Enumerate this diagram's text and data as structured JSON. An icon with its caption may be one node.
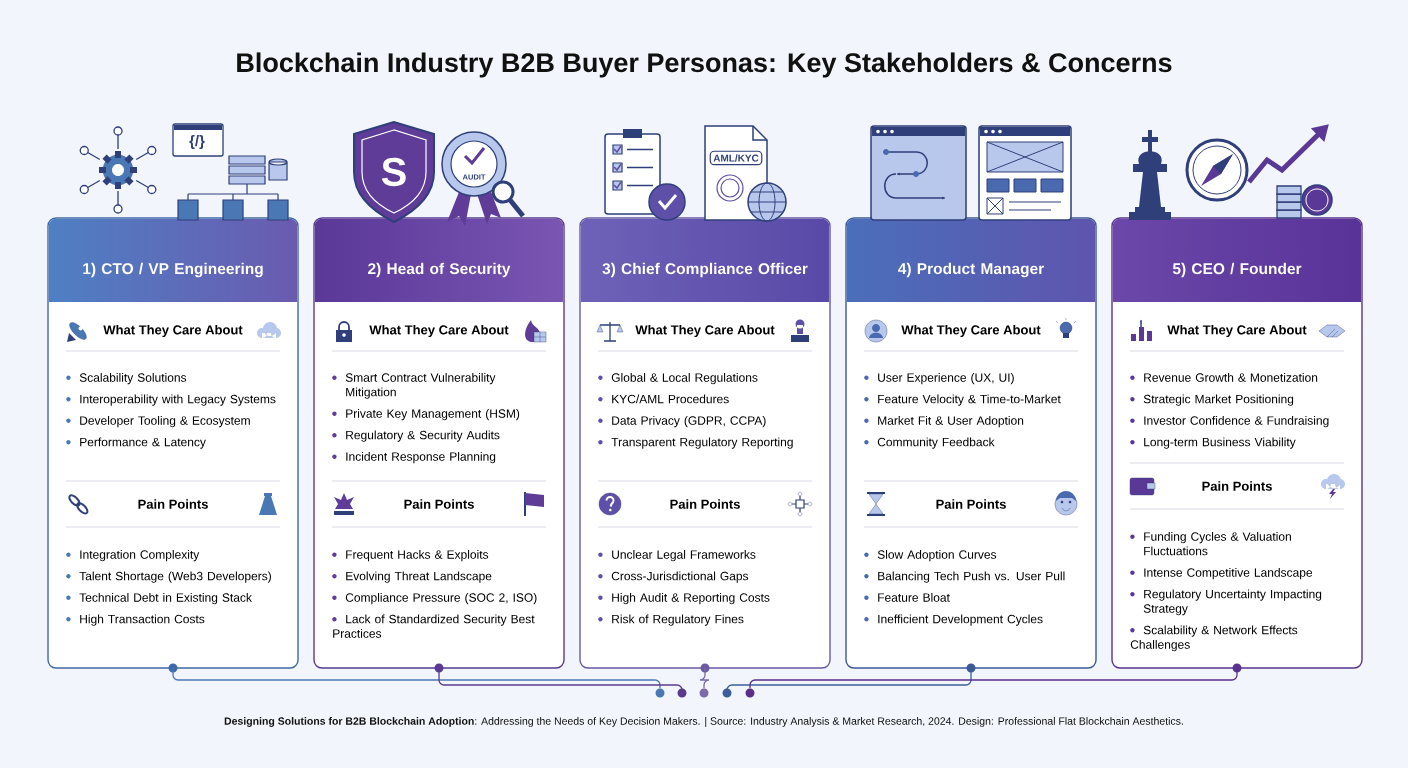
{
  "diagram": {
    "title": "Blockchain Industry B2B Buyer Personas: Key Stakeholders & Concerns",
    "caption": "**Designing Solutions for B2B Blockchain Adoption**: Addressing the Needs of Key Decision Makers. | Source: Industry Analysis & Market Research, 2024. Design: Professional Flat Blockchain Aesthetics.",
    "nodes": [
      {
        "text": [
          "1) CTO / VP Engineering",
          "What They Care About",
          "Scalability Solutions",
          "Interoperability with Legacy Systems",
          "Developer Tooling & Ecosystem",
          "Performance & Latency",
          "Pain Points",
          "Integration Complexity",
          "Talent Shortage (Web3 Developers)",
          "Technical Debt in Existing Stack",
          "High Transaction Costs"
        ]
      },
      {
        "text": [
          "2) Head of Security",
          "What They Care About",
          "Smart Contract Vulnerability Mitigation",
          "Private Key Management (HSM)",
          "Regulatory & Security Audits",
          "Incident Response Planning",
          "Pain Points",
          "Frequent Hacks & Exploits",
          "Evolving Threat Landscape",
          "Compliance Pressure (SOC 2, ISO)",
          "Lack of Standardized Security Best Practices"
        ]
      },
      {
        "text": [
          "3) Chief Compliance Officer",
          "What They Care About",
          "Global & Local Regulations",
          "KYC/AML Procedures",
          "Data Privacy (GDPR, CCPA)",
          "Transparent Regulatory Reporting",
          "Pain Points",
          "Unclear Legal Frameworks",
          "Cross-Jurisdictional Gaps",
          "High Audit & Reporting Costs",
          "Risk of Regulatory Fines"
        ]
      },
      {
        "text": [
          "4) Product Manager",
          "What They Care About",
          "User Experience (UX, UI)",
          "Feature Velocity & Time-to-Market",
          "Market Fit & User Adoption",
          "Community Feedback",
          "Pain Points",
          "Slow Adoption Curves",
          "Balancing Tech Push vs. User Pull",
          "Feature Bloat",
          "Inefficient Development Cycles"
        ]
      },
      {
        "text": [
          "5) CEO / Founder",
          "What They Care About",
          "Revenue Growth & Monetization",
          "Strategic Market Positioning",
          "Investor Confidence & Fundraising",
          "Long-term Business Viability",
          "Pain Points",
          "Funding Cycles & Valuation Fluctuations",
          "Intense Competitive Landscape",
          "Regulatory Uncertainty Impacting Strategy",
          "Scalability & Network Effects Challenges"
        ]
      },
      {
        "text": [],
        "shape": "circle"
      },
      {
        "text": [],
        "shape": "circle"
      },
      {
        "text": [],
        "shape": "circle"
      },
      {
        "text": [],
        "shape": "circle"
      },
      {
        "text": [],
        "shape": "circle"
      }
    ],
    "edges": [
      {
        "from": 0,
        "to": 5,
        "arrow": "none",
        "color": "#4a78b5"
      },
      {
        "from": 1,
        "to": 6,
        "arrow": "none",
        "color": "#5b3a8e"
      },
      {
        "from": 2,
        "to": 7,
        "arrow": "none",
        "color": "#7a6aaa"
      },
      {
        "from": 3,
        "to": 8,
        "arrow": "none",
        "color": "#3a5f9c"
      },
      {
        "from": 4,
        "to": 9,
        "arrow": "none",
        "color": "#5a2f8a"
      }
    ],
    "labels": [
      "{/}",
      "S",
      "AUDIT",
      "AML/KYC"
    ]
  }
}
